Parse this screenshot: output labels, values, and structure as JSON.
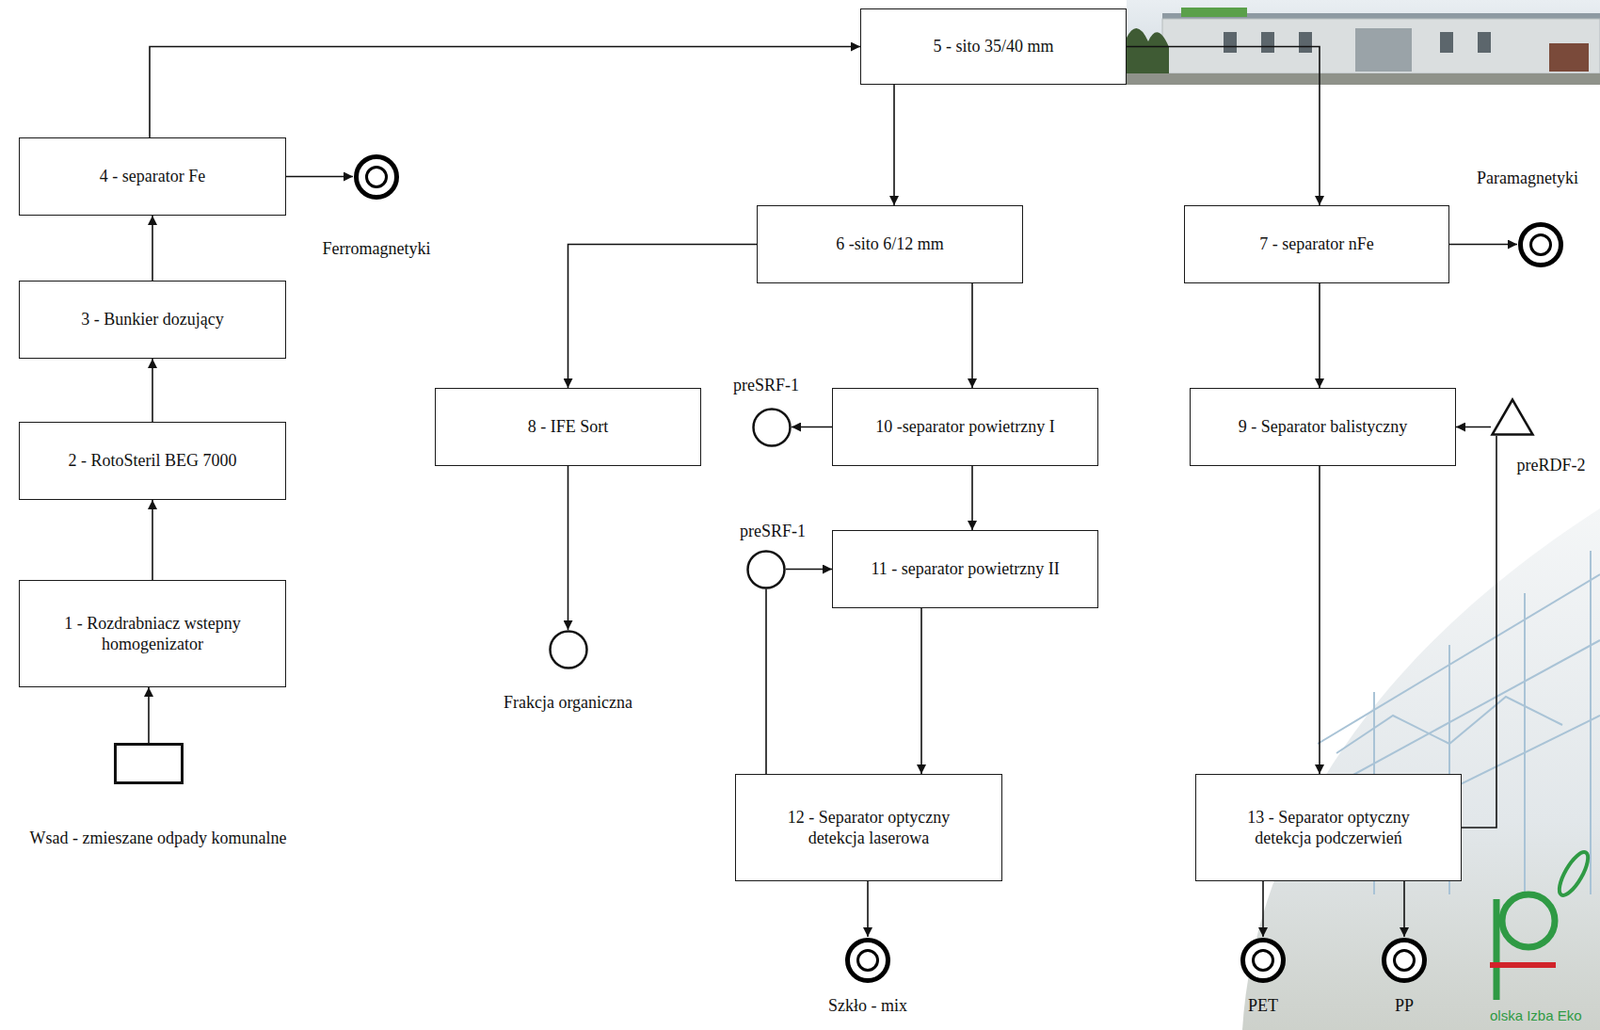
{
  "diagram": {
    "nodes": [
      {
        "text": [
          "Wsad - zmieszane odpady komunalne"
        ]
      },
      {
        "text": [
          "1 - Rozdrabniacz wstepny homogenizator"
        ]
      },
      {
        "text": [
          "2 - RotoSteril BEG 7000"
        ]
      },
      {
        "text": [
          "3 - Bunkier dozujący"
        ]
      },
      {
        "text": [
          "4 - separator Fe"
        ]
      },
      {
        "text": [
          "Ferromagnetyki"
        ]
      },
      {
        "text": [
          "5 - sito 35/40 mm"
        ]
      },
      {
        "text": [
          "6 -sito 6/12 mm"
        ]
      },
      {
        "text": [
          "7 - separator nFe"
        ]
      },
      {
        "text": [
          "Paramagnetyki"
        ]
      },
      {
        "text": [
          "8 - IFE Sort"
        ]
      },
      {
        "text": [
          "preSRF-1"
        ]
      },
      {
        "text": [
          "10 -separator powietrzny I"
        ]
      },
      {
        "text": [
          "9 - Separator balistyczny"
        ]
      },
      {
        "text": [
          "preRDF-2"
        ]
      },
      {
        "text": [
          "preSRF-1"
        ]
      },
      {
        "text": [
          "11 - separator powietrzny II"
        ]
      },
      {
        "text": [
          "Frakcja organiczna"
        ]
      },
      {
        "text": [
          "12 - Separator optyczny detekcja laserowa"
        ]
      },
      {
        "text": [
          "13 - Separator optyczny detekcja podczerwień"
        ]
      },
      {
        "text": [
          "Szkło - mix"
        ]
      },
      {
        "text": [
          "PET"
        ]
      },
      {
        "text": [
          "PP"
        ]
      }
    ],
    "edges": [
      {
        "from": 0,
        "to": 1,
        "arrow": "to"
      },
      {
        "from": 1,
        "to": 2,
        "arrow": "to"
      },
      {
        "from": 2,
        "to": 3,
        "arrow": "to"
      },
      {
        "from": 3,
        "to": 4,
        "arrow": "to"
      },
      {
        "from": 4,
        "to": 5,
        "arrow": "to"
      },
      {
        "from": 4,
        "to": 6,
        "arrow": "to"
      },
      {
        "from": 6,
        "to": 7,
        "arrow": "to"
      },
      {
        "from": 6,
        "to": 8,
        "arrow": "to"
      },
      {
        "from": 7,
        "to": 10,
        "arrow": "to"
      },
      {
        "from": 7,
        "to": 12,
        "arrow": "to"
      },
      {
        "from": 8,
        "to": 9,
        "arrow": "to"
      },
      {
        "from": 8,
        "to": 13,
        "arrow": "to"
      },
      {
        "from": 12,
        "to": 11,
        "arrow": "to"
      },
      {
        "from": 12,
        "to": 16,
        "arrow": "to"
      },
      {
        "from": 10,
        "to": 17,
        "arrow": "to"
      },
      {
        "from": 15,
        "to": 16,
        "arrow": "to"
      },
      {
        "from": 18,
        "to": 15,
        "arrow": "none"
      },
      {
        "from": 16,
        "to": 18,
        "arrow": "to"
      },
      {
        "from": 18,
        "to": 20,
        "arrow": "to"
      },
      {
        "from": 13,
        "to": 19,
        "arrow": "to"
      },
      {
        "from": 19,
        "to": 21,
        "arrow": "to"
      },
      {
        "from": 19,
        "to": 22,
        "arrow": "to"
      },
      {
        "from": 19,
        "to": 14,
        "arrow": "none"
      },
      {
        "from": 14,
        "to": 13,
        "arrow": "to"
      }
    ],
    "labels": [
      "olska Izba Eko"
    ]
  }
}
